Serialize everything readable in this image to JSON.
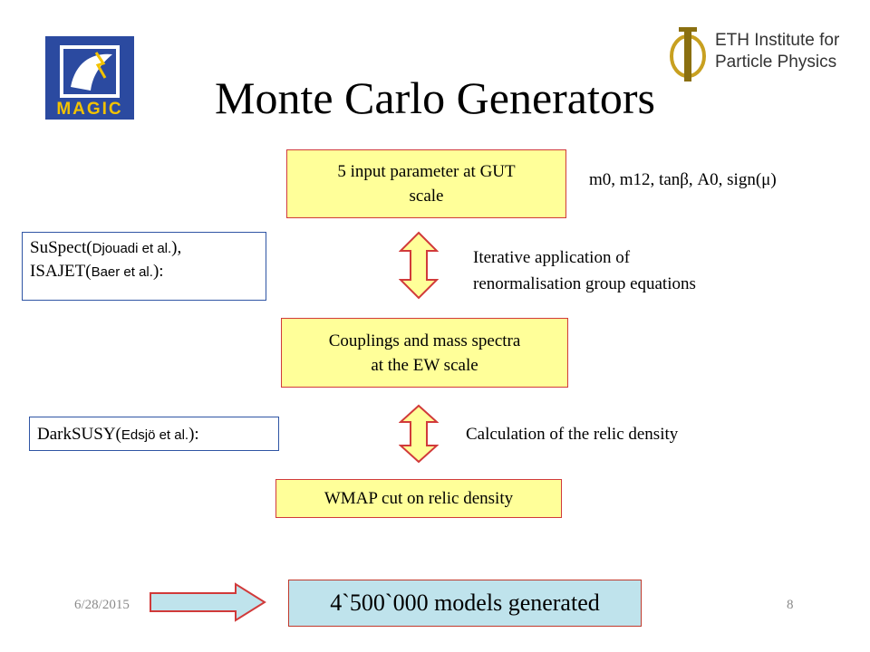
{
  "slide": {
    "title": "Monte Carlo Generators",
    "logos": {
      "left": {
        "icon": "magic-logo-icon",
        "text": "MAGIC"
      },
      "right": {
        "icon": "phi-logo-icon",
        "line1": "ETH Institute for",
        "line2": "Particle Physics"
      }
    },
    "flow": {
      "box1": {
        "line1": "5 input parameter at GUT",
        "line2": "scale"
      },
      "box2": {
        "line1": "Couplings and mass spectra",
        "line2": "at the EW scale"
      },
      "box3": {
        "text": "WMAP cut on relic density"
      },
      "final": {
        "text": "4`500`000 models generated"
      }
    },
    "params": "m0, m12, tanβ, A0, sign(μ)",
    "notes": {
      "rge_line1": "Iterative application of",
      "rge_line2": "renormalisation group equations",
      "relic": "Calculation of the relic density"
    },
    "tools": {
      "suspect": {
        "name": "SuSpect(",
        "authors": "Djouadi et al.",
        "close": "),"
      },
      "isajet": {
        "name": "ISAJET(",
        "authors": "Baer et al.",
        "close": "):"
      },
      "darksusy": {
        "name": "DarkSUSY(",
        "authors": "Edsjö et al.",
        "close": "):"
      }
    },
    "footer": {
      "date": "6/28/2015",
      "page": "8"
    },
    "colors": {
      "box_fill": "#ffff99",
      "box_border": "#d13a3a",
      "tool_border": "#2f55a4",
      "final_fill": "#bfe3ec",
      "arrow_fill": "#ffff99"
    }
  }
}
